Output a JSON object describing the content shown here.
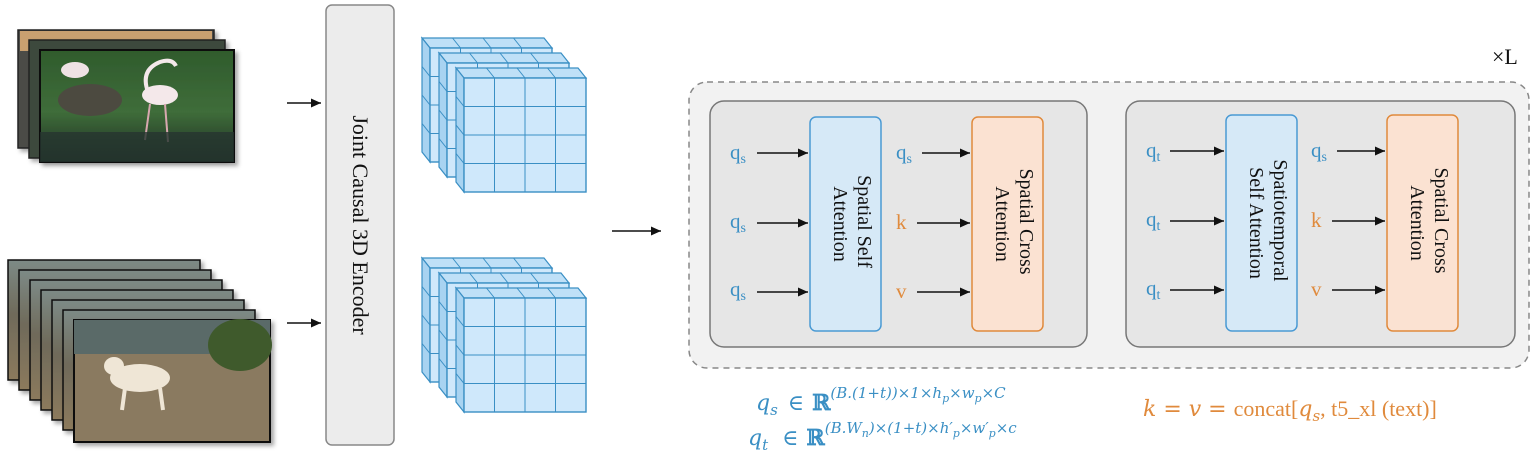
{
  "encoder": {
    "label": "Joint Causal 3D Encoder"
  },
  "repeat_label": "×L",
  "block1": {
    "self_attn": {
      "lines": [
        "Spatial Self",
        "Attention"
      ],
      "inputs": [
        "q",
        "q",
        "q"
      ],
      "input_subs": [
        "s",
        "s",
        "s"
      ]
    },
    "cross_attn": {
      "lines": [
        "Spatial Cross",
        "Attention"
      ],
      "inputs": [
        "q",
        "k",
        "v"
      ],
      "input_subs": [
        "s",
        "",
        ""
      ]
    }
  },
  "block2": {
    "self_attn": {
      "lines": [
        "Spatiotemporal",
        "Self Attention"
      ],
      "inputs": [
        "q",
        "q",
        "q"
      ],
      "input_subs": [
        "t",
        "t",
        "t"
      ]
    },
    "cross_attn": {
      "lines": [
        "Spatial Cross",
        "Attention"
      ],
      "inputs": [
        "q",
        "k",
        "v"
      ],
      "input_subs": [
        "s",
        "",
        ""
      ]
    }
  },
  "equations": {
    "qs": {
      "lhs": "q",
      "sub": "s",
      "rel": "∈",
      "set": "ℝ",
      "exp": "(B.(1+t))×1×h",
      "exp_parts": [
        "(B.(1+t))×1×h",
        "p",
        "×w",
        "p",
        "×C"
      ]
    },
    "qt": {
      "lhs": "q",
      "sub": "t",
      "rel": "∈",
      "set": "ℝ",
      "exp_parts": [
        "(B.W",
        "n",
        ")×(1+t)×h′",
        "p",
        "×w′",
        "p",
        "×c"
      ]
    },
    "kv": {
      "lhs": "k = v = ",
      "func": "concat[",
      "arg1": "q",
      "arg1_sub": "s",
      "arg2": ", t5_xl (text)]"
    }
  },
  "colors": {
    "blue_text": "#3a8fc4",
    "orange_text": "#e08a3c",
    "panel_bg": "#e6e6e6",
    "outer_bg": "#f2f2f2",
    "encoder_bg": "#ececec",
    "self_box_fill": "#d6e9f7",
    "self_box_stroke": "#4a9ad4",
    "cross_box_fill": "#fbe2d2",
    "cross_box_stroke": "#e08a3c",
    "cube_face": "#cfe8fb",
    "cube_stroke": "#3a8fc4"
  }
}
